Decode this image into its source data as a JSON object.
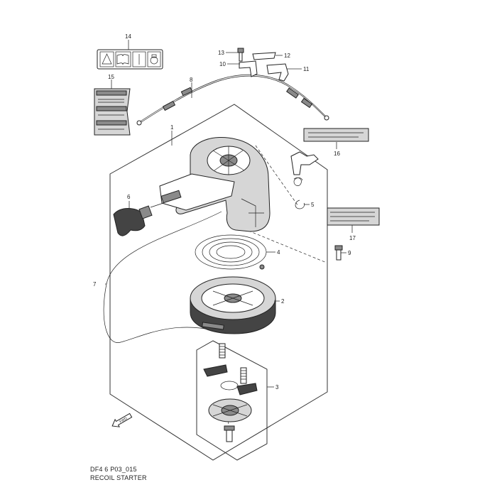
{
  "diagram": {
    "code": "DF4 6 P03_015",
    "title": "RECOIL STARTER",
    "callouts": [
      "1",
      "2",
      "3",
      "4",
      "5",
      "6",
      "7",
      "8",
      "9",
      "10",
      "11",
      "12",
      "13",
      "14",
      "15",
      "16",
      "17"
    ],
    "fwd_label": "FWD"
  }
}
